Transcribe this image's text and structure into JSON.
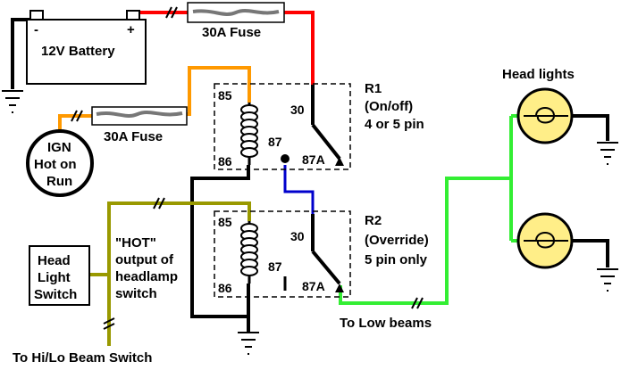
{
  "battery": {
    "label": "12V Battery",
    "neg": "-",
    "pos": "+"
  },
  "fuse_top": {
    "label": "30A Fuse"
  },
  "fuse_ign": {
    "label": "30A Fuse"
  },
  "ign": {
    "line1": "IGN",
    "line2": "Hot on",
    "line3": "Run"
  },
  "relay1": {
    "name": "R1",
    "desc1": "(On/off)",
    "desc2": "4 or 5 pin",
    "pins": {
      "p85": "85",
      "p86": "86",
      "p30": "30",
      "p87": "87",
      "p87a": "87A"
    }
  },
  "relay2": {
    "name": "R2",
    "desc1": "(Override)",
    "desc2": "5 pin only",
    "pins": {
      "p85": "85",
      "p86": "86",
      "p30": "30",
      "p87": "87",
      "p87a": "87A"
    }
  },
  "headlights": {
    "label": "Head lights"
  },
  "switch": {
    "line1": "Head",
    "line2": "Light",
    "line3": "Switch"
  },
  "hot_output": {
    "line1": "\"HOT\"",
    "line2": "output of",
    "line3": "headlamp",
    "line4": "switch"
  },
  "low_beams": {
    "label": "To Low beams"
  },
  "hilo": {
    "label": "To Hi/Lo Beam Switch"
  },
  "colors": {
    "red": "#ff0000",
    "orange": "#ff9900",
    "blue": "#0000cc",
    "green": "#33ee33",
    "olive": "#999900",
    "lamp": "#ffee88"
  }
}
